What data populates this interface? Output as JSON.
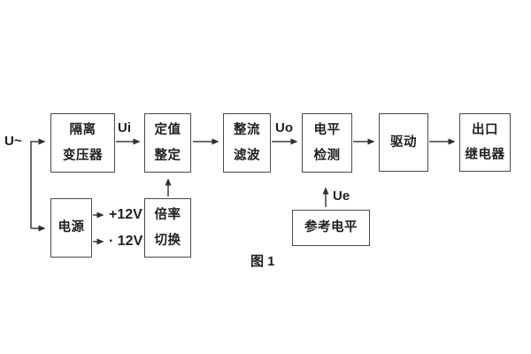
{
  "figure": {
    "caption": "图 1",
    "colors": {
      "background": "#ffffff",
      "line": "#3d3d3d",
      "border": "#4a4a4a",
      "text": "#1f1f1f"
    }
  },
  "blocks": {
    "isolation_transformer": {
      "line1": "隔离",
      "line2": "变压器"
    },
    "setpoint_setting": {
      "line1": "定值",
      "line2": "整定"
    },
    "rectifier_filter": {
      "line1": "整流",
      "line2": "滤波"
    },
    "level_detection": {
      "line1": "电平",
      "line2": "检测"
    },
    "driver": {
      "label": "驱动"
    },
    "output_relay": {
      "line1": "出口",
      "line2": "继电器"
    },
    "power_supply": {
      "label": "电源"
    },
    "ratio_switch": {
      "line1": "倍率",
      "line2": "切换"
    },
    "reference_level": {
      "label": "参考电平"
    }
  },
  "signals": {
    "input": "U~",
    "ui": "Ui",
    "uo": "Uo",
    "ue": "Ue",
    "plus12v": "+12V",
    "minus12v": "· 12V"
  }
}
